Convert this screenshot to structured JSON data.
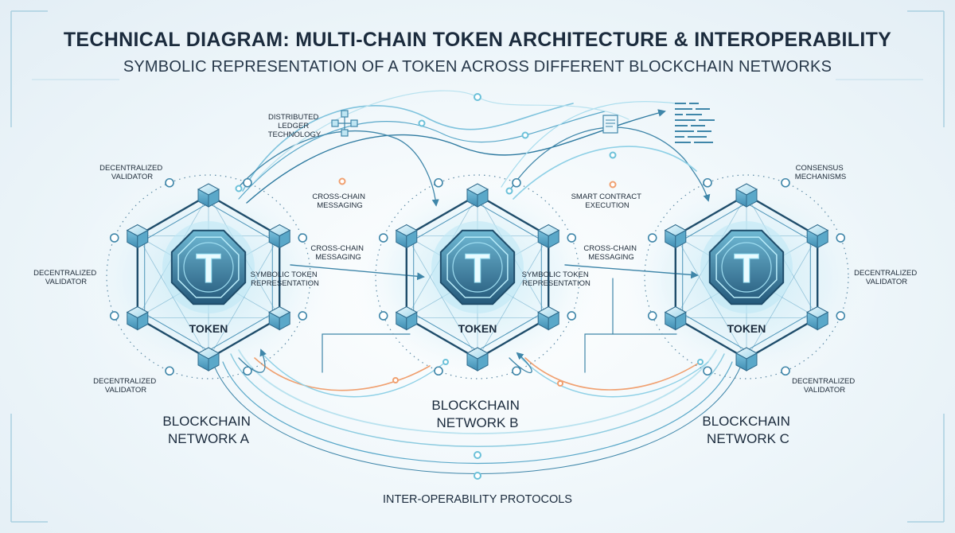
{
  "title": "TECHNICAL DIAGRAM: MULTI-CHAIN TOKEN ARCHITECTURE & INTEROPERABILITY",
  "subtitle": "SYMBOLIC REPRESENTATION OF A TOKEN ACROSS DIFFERENT BLOCKCHAIN NETWORKS",
  "networks": [
    {
      "name_line1": "BLOCKCHAIN",
      "name_line2": "NETWORK A",
      "token_label": "TOKEN",
      "token_symbol": "T"
    },
    {
      "name_line1": "BLOCKCHAIN",
      "name_line2": "NETWORK B",
      "token_label": "TOKEN",
      "token_symbol": "T"
    },
    {
      "name_line1": "BLOCKCHAIN",
      "name_line2": "NETWORK C",
      "token_label": "TOKEN",
      "token_symbol": "T"
    }
  ],
  "labels": {
    "validator_a_top": [
      "DECENTRALIZED",
      "VALIDATOR"
    ],
    "validator_a_left": [
      "DECENTRALIZED",
      "VALIDATOR"
    ],
    "validator_a_bottom": [
      "DECENTRALIZED",
      "VALIDATOR"
    ],
    "distributed_ledger": [
      "DISTRIBUTED",
      "LEDGER",
      "TECHNOLOGY"
    ],
    "cross_chain_top": [
      "CROSS-CHAIN",
      "MESSAGING"
    ],
    "cross_chain_ab": [
      "CROSS-CHAIN",
      "MESSAGING"
    ],
    "symbolic_ab": [
      "SYMBOLIC TOKEN",
      "REPRESENTATION"
    ],
    "smart_contract": [
      "SMART CONTRACT",
      "EXECUTION"
    ],
    "cross_chain_bc": [
      "CROSS-CHAIN",
      "MESSAGING"
    ],
    "symbolic_bc": [
      "SYMBOLIC TOKEN",
      "REPRESENTATION"
    ],
    "consensus": [
      "CONSENSUS",
      "MECHANISMS"
    ],
    "validator_c_right": [
      "DECENTRALIZED",
      "VALIDATOR"
    ],
    "validator_c_bottom": [
      "DECENTRALIZED",
      "VALIDATOR"
    ],
    "protocols": "INTER-OPERABILITY PROTOCOLS"
  },
  "colors": {
    "accent": "#3f9cc4",
    "accent_light": "#8ed0e6",
    "line_dark": "#1f4d6b",
    "orange": "#f0a070",
    "text": "#1b2b3d"
  },
  "icons": [
    "network-nodes-icon",
    "document-icon",
    "code-lines-icon",
    "token-coin-icon",
    "cube-node-icon"
  ]
}
